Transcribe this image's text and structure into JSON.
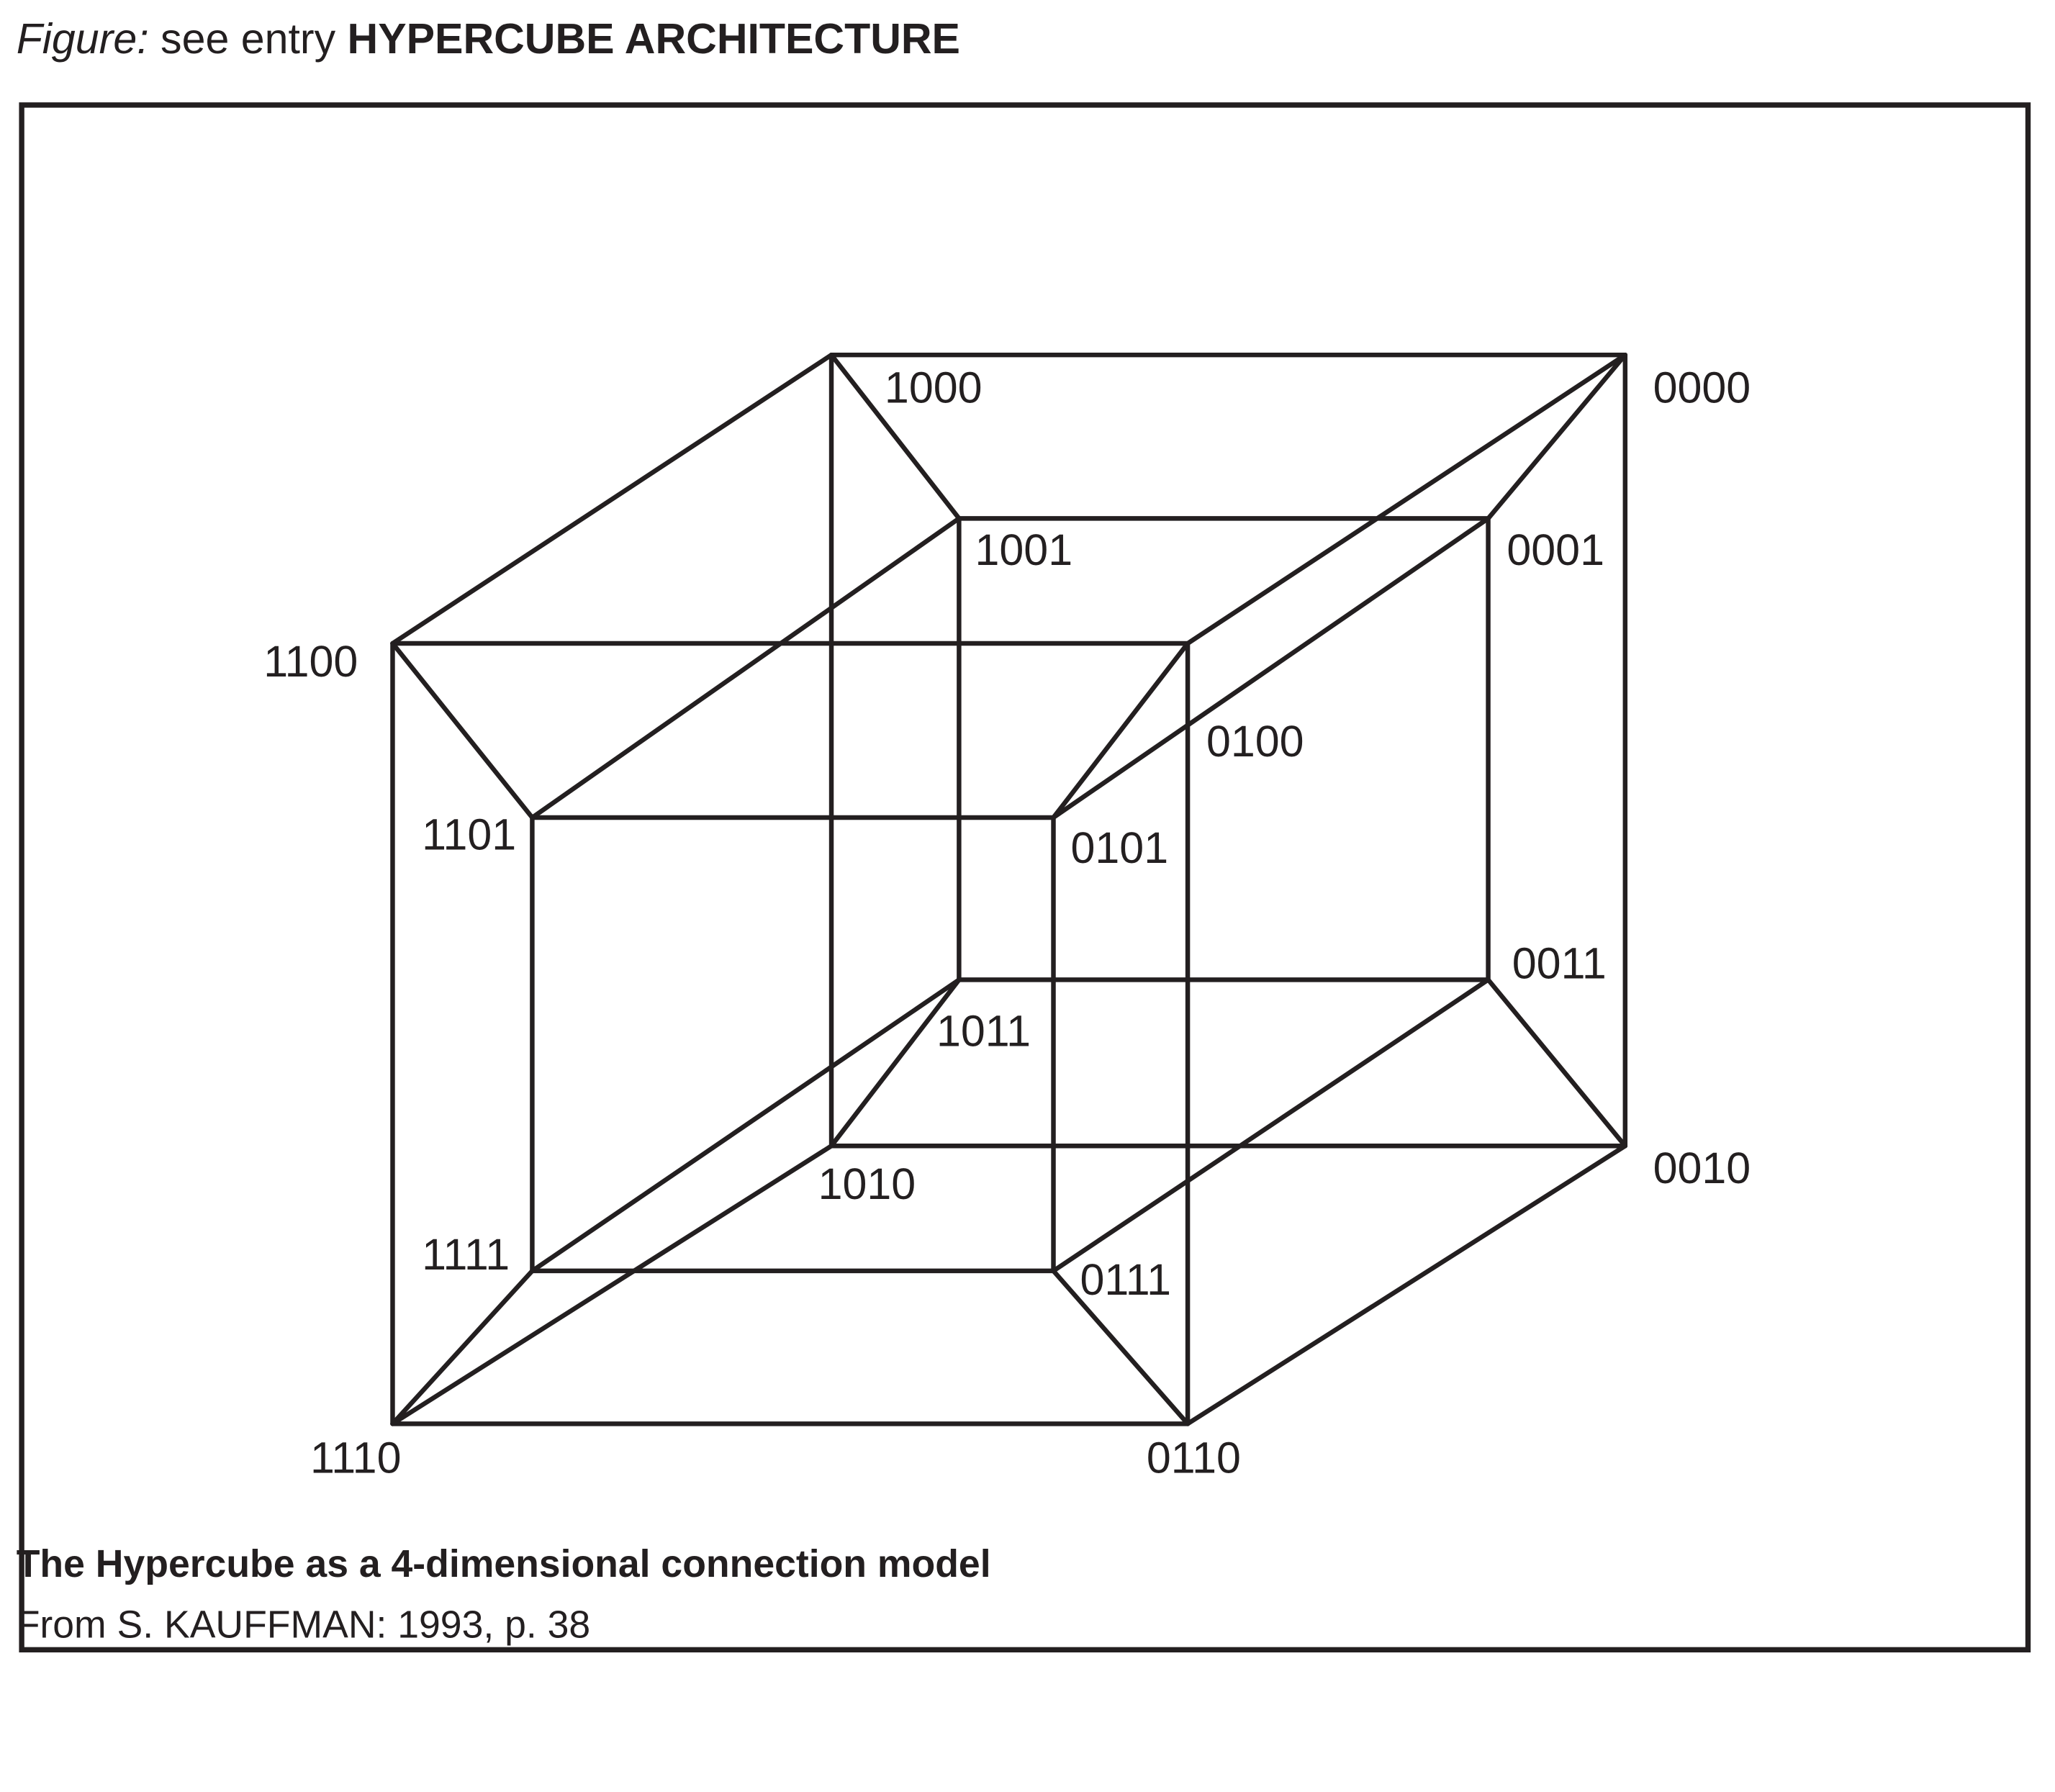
{
  "header": {
    "prefix": "Figure:",
    "middle": " see entry ",
    "entry": "HYPERCUBE ARCHITECTURE"
  },
  "diagram": {
    "vertices": [
      "0000",
      "0001",
      "0010",
      "0011",
      "0100",
      "0101",
      "0110",
      "0111",
      "1000",
      "1001",
      "1010",
      "1011",
      "1100",
      "1101",
      "1110",
      "1111"
    ]
  },
  "caption": {
    "title": "The Hypercube as a 4-dimensional connection model",
    "source": "From S. KAUFFMAN: 1993, p. 38"
  },
  "colors": {
    "ink": "#231f20",
    "background": "#ffffff"
  }
}
